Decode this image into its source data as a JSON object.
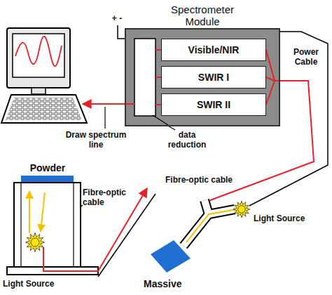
{
  "diagram": {
    "nodes": [
      {
        "text": [
          "Spectrometer Module"
        ]
      },
      {
        "text": [
          "Visible/NIR"
        ],
        "in": 0
      },
      {
        "text": [
          "SWIR I"
        ],
        "in": 0
      },
      {
        "text": [
          "SWIR II"
        ],
        "in": 0
      }
    ],
    "labels": [
      "+ -",
      "Power Cable",
      "Draw spectrum line",
      "data reduction",
      "Powder",
      "Fibre-optic cable",
      "Fibre-optic cable",
      "Light Source",
      "Light Source",
      "Massive"
    ]
  }
}
